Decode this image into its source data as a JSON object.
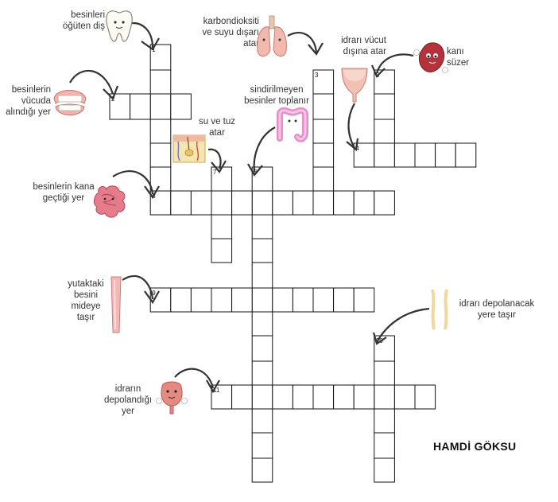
{
  "author": "HAMDİ GÖKSU",
  "clues": [
    {
      "num": "1",
      "text": "besinleri öğüten diş"
    },
    {
      "num": "2",
      "text": "besinlerin vücuda alındığı yer"
    },
    {
      "num": "3",
      "text": "karbondioksiti ve suyu dışarı atar"
    },
    {
      "num": "4",
      "text": "idrarı vücut dışına atar"
    },
    {
      "num": "5",
      "text": "kanı süzer"
    },
    {
      "num": "6",
      "text": "sindirilmeyen besinler toplanır"
    },
    {
      "num": "7",
      "text": "su ve tuz atar"
    },
    {
      "num": "8",
      "text": "besinlerin kana geçtiği yer"
    },
    {
      "num": "9",
      "text": "yutaktaki besini mideye taşır"
    },
    {
      "num": "10",
      "text": "idrarı depolanacak yere taşır"
    },
    {
      "num": "11",
      "text": "idrarın depolandığı yer"
    }
  ],
  "icons": {
    "tooth": "tooth-icon",
    "teeth": "teeth-icon",
    "lungs": "lungs-icon",
    "bladder_tube": "urethra-icon",
    "kidney": "kidney-icon",
    "colon": "large-intestine-icon",
    "skin": "skin-icon",
    "intestine": "small-intestine-icon",
    "esophagus": "esophagus-icon",
    "ureter": "ureter-icon",
    "bladder": "bladder-icon"
  }
}
